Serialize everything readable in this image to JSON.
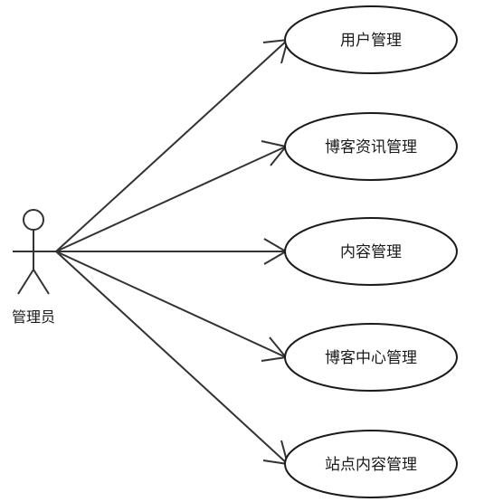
{
  "actor": {
    "label": "管理员",
    "icon": "stick-figure-icon"
  },
  "use_cases": [
    {
      "label": "用户管理"
    },
    {
      "label": "博客资讯管理"
    },
    {
      "label": "内容管理"
    },
    {
      "label": "博客中心管理"
    },
    {
      "label": "站点内容管理"
    }
  ],
  "colors": {
    "line": "#333333",
    "ellipse_stroke": "#1a1a1a",
    "text": "#1a1a1a",
    "background": "#ffffff"
  }
}
